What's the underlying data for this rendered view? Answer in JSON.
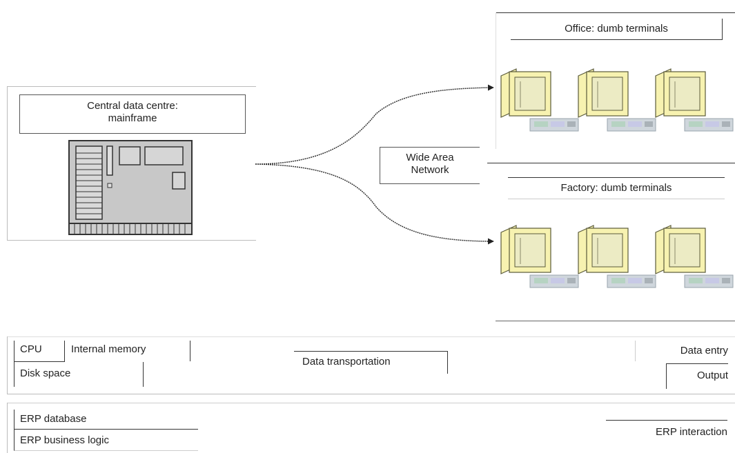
{
  "central": {
    "title_line1": "Central data centre:",
    "title_line2": "mainframe"
  },
  "network": {
    "line1": "Wide Area",
    "line2": "Network"
  },
  "office": {
    "title": "Office: dumb terminals"
  },
  "factory": {
    "title": "Factory: dumb terminals"
  },
  "layer_hardware": {
    "cpu": "CPU",
    "internal_memory": "Internal memory",
    "disk_space": "Disk space",
    "data_transportation": "Data transportation",
    "data_entry": "Data entry",
    "output": "Output"
  },
  "layer_erp": {
    "erp_database": "ERP database",
    "erp_business_logic": "ERP business logic",
    "erp_interaction": "ERP interaction"
  },
  "colors": {
    "monitor_fill": "#f7f2b0",
    "monitor_stroke": "#5a5a3a",
    "keyboard_fill": "#cfd6dc",
    "mainframe_fill": "#c8c8c8",
    "line": "#333333"
  }
}
